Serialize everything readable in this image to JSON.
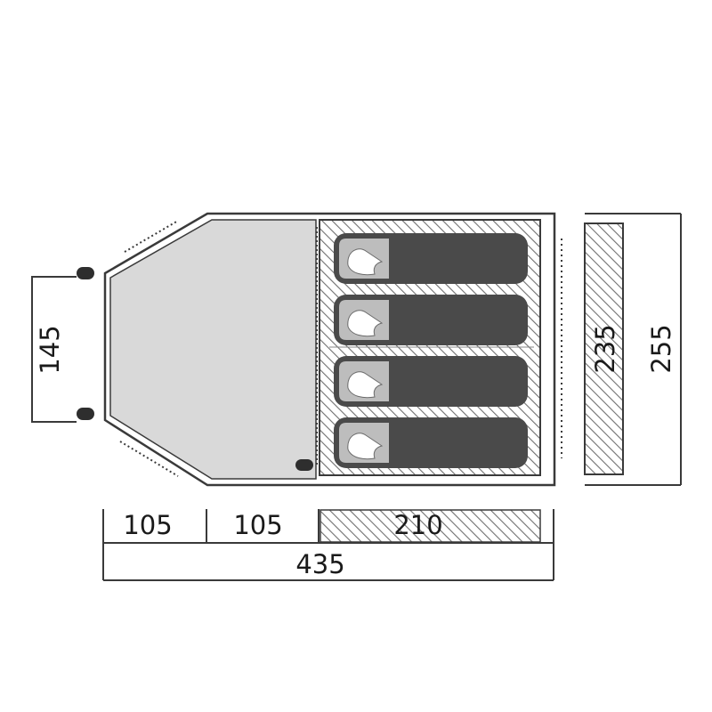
{
  "diagram": {
    "type": "tent-floor-plan",
    "colors": {
      "outline": "#3a3a3a",
      "vestibule_fill": "#d9d9d9",
      "sleeping_bag": "#4a4a4a",
      "hatch": "#6a6a6a",
      "pillow": "#bdbdbd"
    },
    "sleeping_bag_count": 4,
    "dimensions": {
      "door_width": "145",
      "vestibule_depth_1": "105",
      "vestibule_depth_2": "105",
      "inner_length": "210",
      "total_length": "435",
      "inner_width": "235",
      "total_width": "255"
    }
  }
}
